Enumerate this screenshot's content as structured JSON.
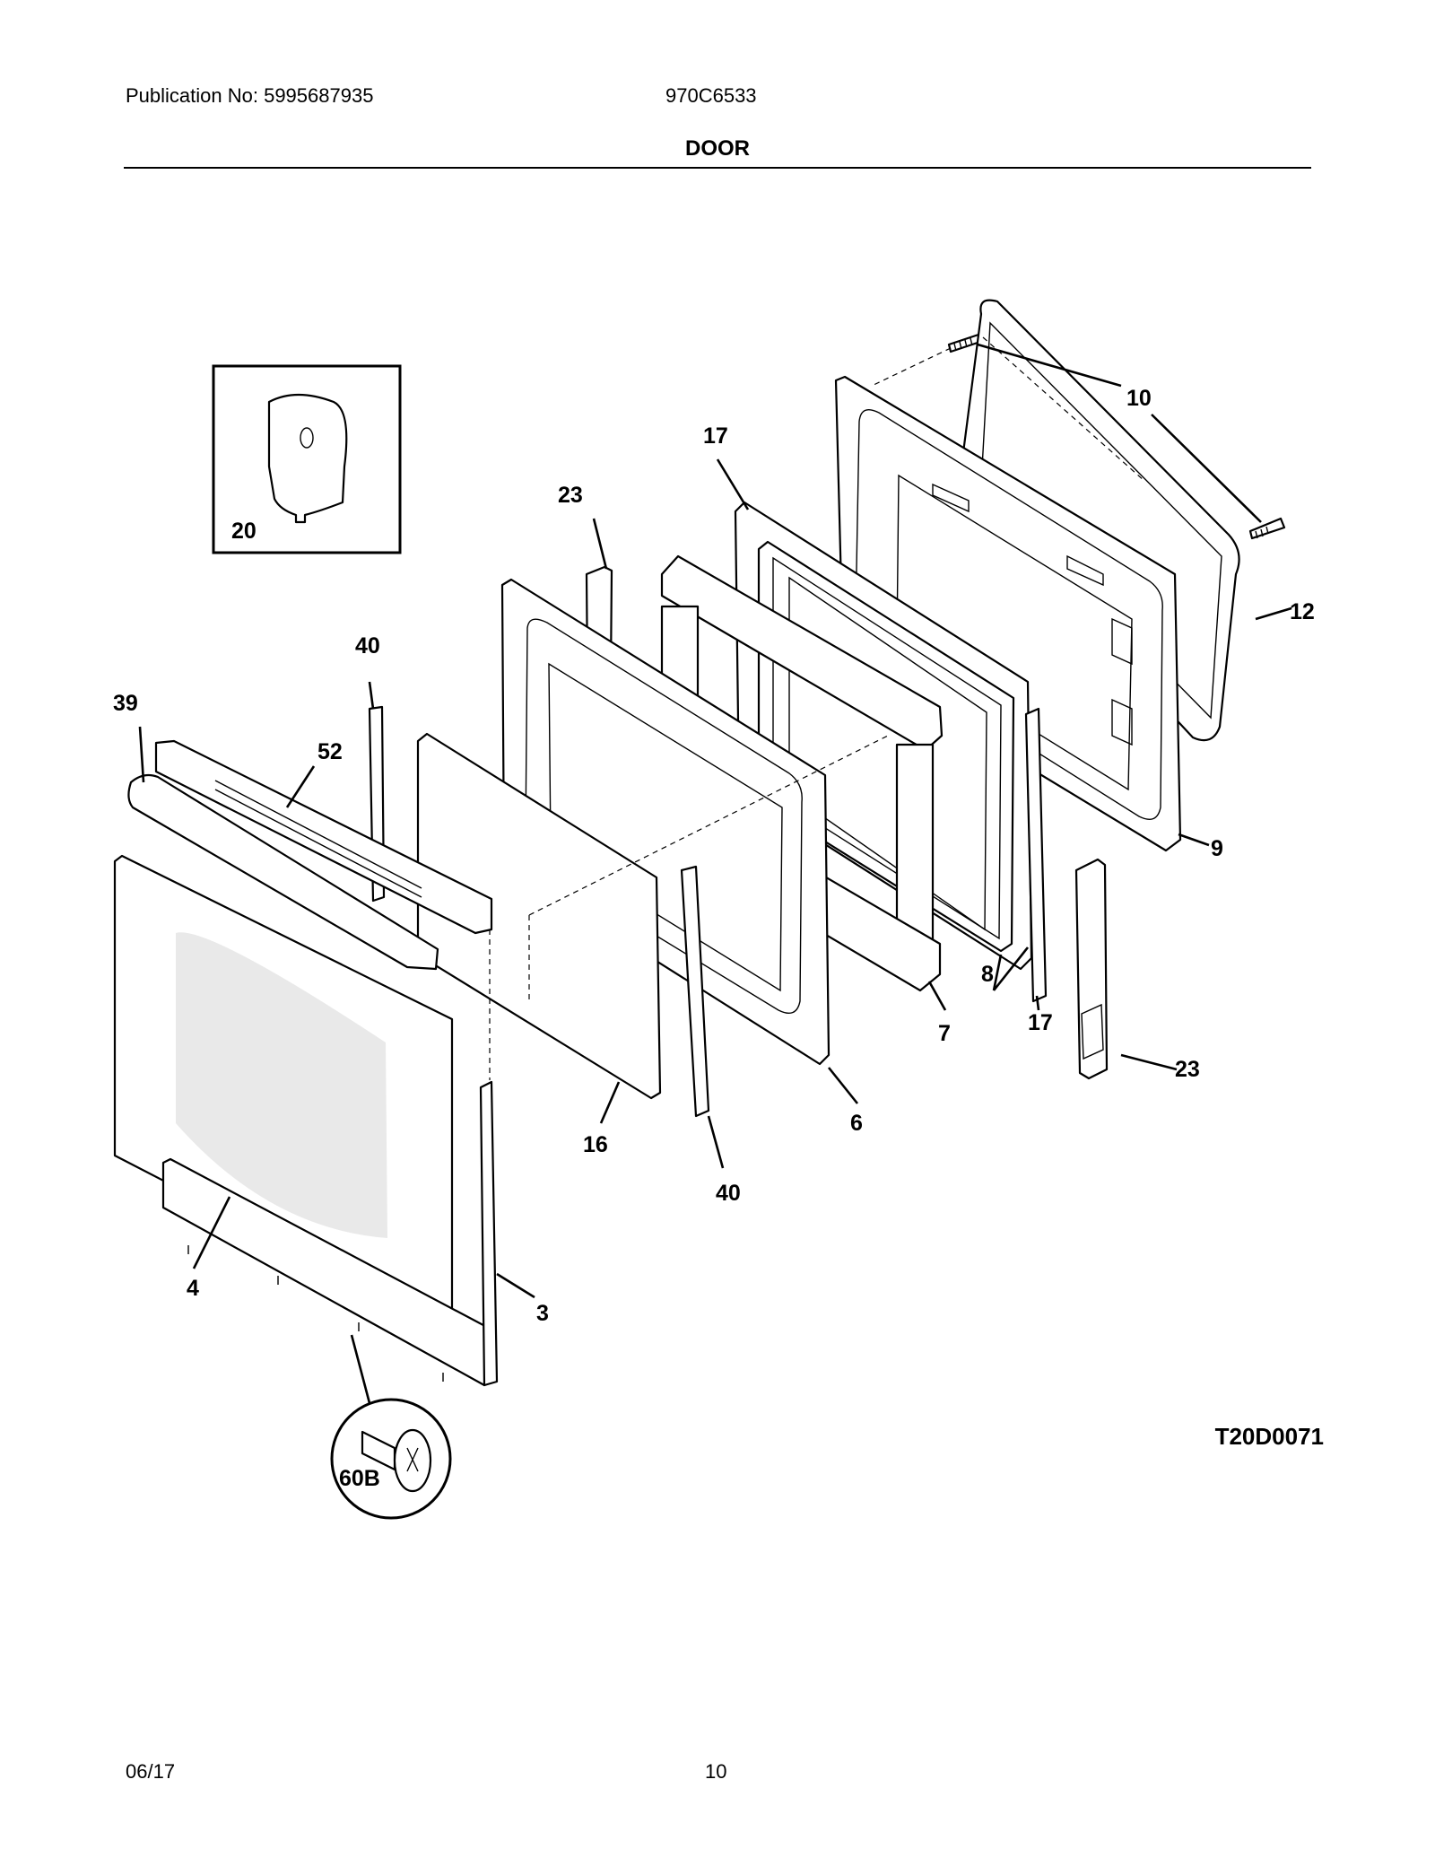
{
  "header": {
    "publication": "Publication No: 5995687935",
    "model": "970C6533",
    "title": "DOOR"
  },
  "footer": {
    "date": "06/17",
    "page": "10"
  },
  "diagram": {
    "code": "T20D0071",
    "callouts": {
      "c20": "20",
      "c23a": "23",
      "c17a": "17",
      "c10": "10",
      "c12": "12",
      "c40a": "40",
      "c39": "39",
      "c52": "52",
      "c9": "9",
      "c8": "8",
      "c7": "7",
      "c17b": "17",
      "c23b": "23",
      "c6": "6",
      "c16": "16",
      "c40b": "40",
      "c4": "4",
      "c3": "3",
      "c60b": "60B"
    }
  }
}
